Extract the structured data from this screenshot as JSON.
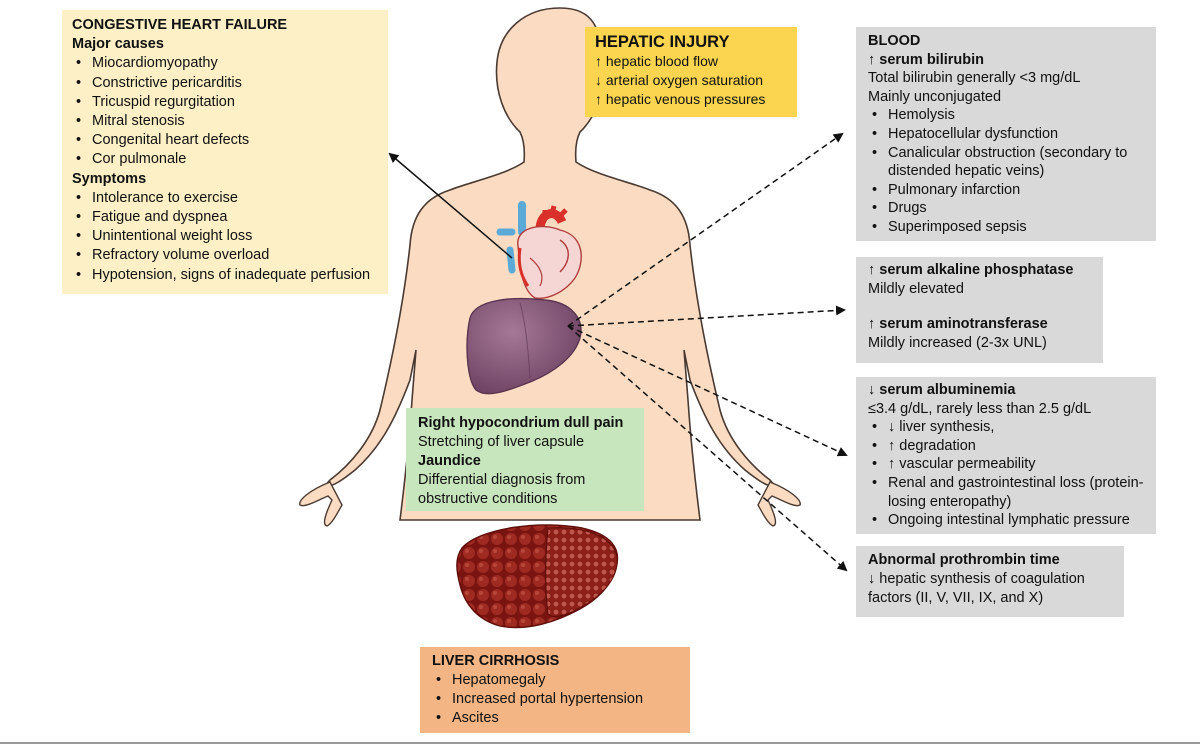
{
  "congestive_heart_failure": {
    "title": "CONGESTIVE HEART FAILURE",
    "major_causes_heading": "Major causes",
    "major_causes": [
      "Miocardiomyopathy",
      "Constrictive pericarditis",
      "Tricuspid regurgitation",
      "Mitral stenosis",
      "Congenital heart defects",
      "Cor pulmonale"
    ],
    "symptoms_heading": "Symptoms",
    "symptoms": [
      "Intolerance to exercise",
      "Fatigue and dyspnea",
      "Unintentional weight loss",
      "Refractory volume overload",
      "Hypotension, signs of inadequate perfusion"
    ]
  },
  "hepatic_injury": {
    "title": "HEPATIC INJURY",
    "lines": [
      "↑ hepatic blood flow",
      "↓ arterial oxygen saturation",
      "↑ hepatic venous pressures"
    ]
  },
  "blood": {
    "title": "BLOOD",
    "subtitle": "↑ serum bilirubin",
    "line1": "Total bilirubin generally <3 mg/dL",
    "line2": "Mainly unconjugated",
    "items": [
      "Hemolysis",
      "Hepatocellular dysfunction",
      "Canalicular obstruction (secondary to distended hepatic veins)",
      "Pulmonary infarction",
      "Drugs",
      "Superimposed sepsis"
    ]
  },
  "enzymes": {
    "alk_title": "↑ serum alkaline phosphatase",
    "alk_text": "Mildly elevated",
    "amino_title": "↑ serum aminotransferase",
    "amino_text": "Mildly increased (2-3x UNL)"
  },
  "albumin": {
    "title": "↓ serum albuminemia",
    "line1": "≤3.4 g/dL, rarely less than 2.5 g/dL",
    "items": [
      "↓ liver synthesis,",
      "↑ degradation",
      "↑ vascular permeability",
      "Renal and gastrointestinal loss (protein-losing enteropathy)",
      "Ongoing intestinal lymphatic pressure"
    ]
  },
  "prothrombin": {
    "title": "Abnormal prothrombin time",
    "text": "↓  hepatic synthesis of coagulation factors (II, V, VII, IX, and X)"
  },
  "right_hypocondrium": {
    "title1": "Right hypocondrium dull pain",
    "text1": "Stretching of liver capsule",
    "title2": "Jaundice",
    "text2": "Differential diagnosis from obstructive conditions"
  },
  "liver_cirrhosis": {
    "title": "LIVER CIRRHOSIS",
    "items": [
      "Hepatomegaly",
      "Increased portal hypertension",
      "Ascites"
    ]
  },
  "colors": {
    "skin": "#fbdcc3",
    "skin_outline": "#4a3a32",
    "liver": "#8a5a7a",
    "heart_red": "#d9302a",
    "heart_blue": "#5aa9d6",
    "cirrhotic_liver": "#8b1c18"
  },
  "icons": [
    "human-body-illustration",
    "heart-icon",
    "liver-icon",
    "cirrhotic-liver-icon"
  ]
}
